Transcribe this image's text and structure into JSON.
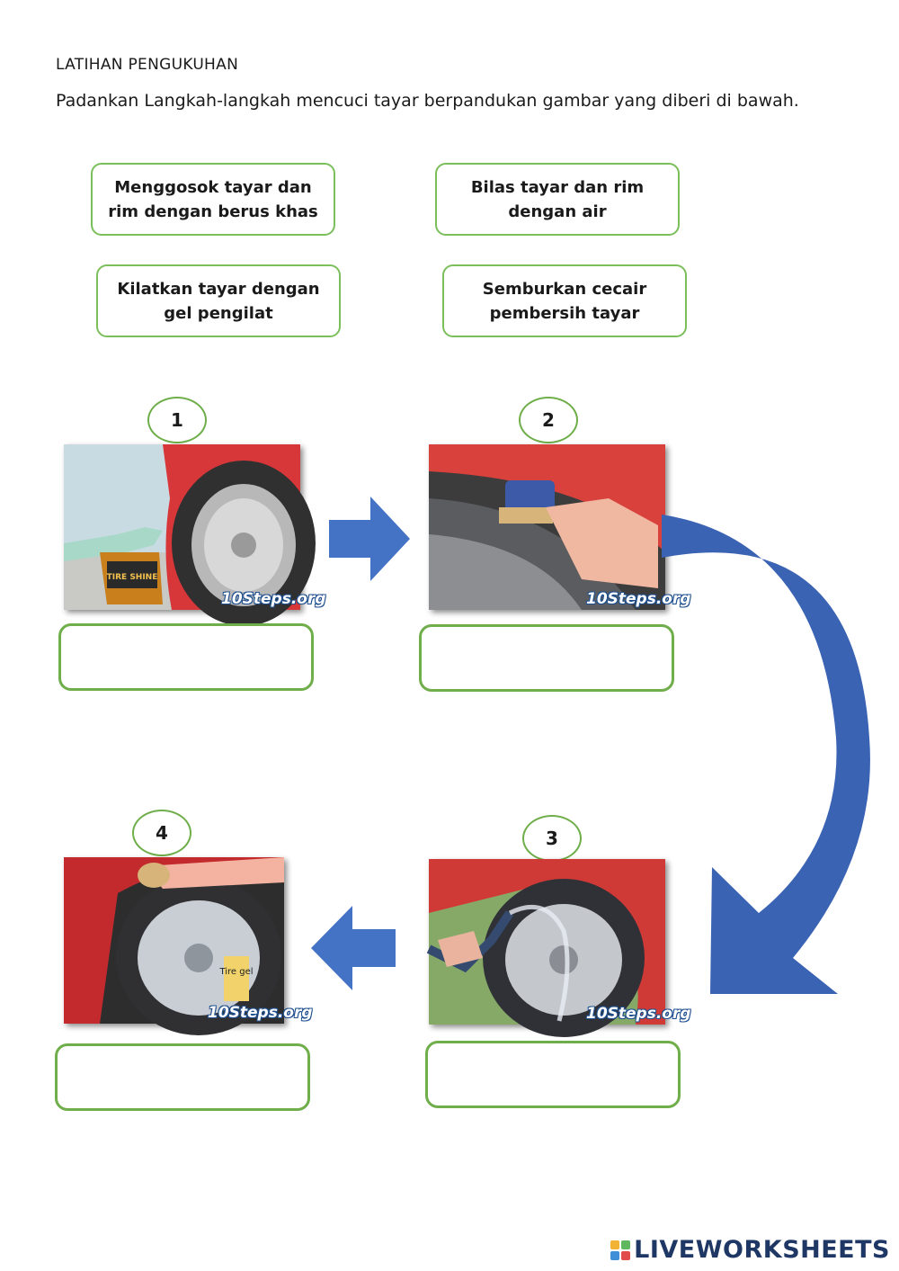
{
  "worksheet": {
    "heading": "LATIHAN PENGUKUHAN",
    "instruction": "Padankan Langkah-langkah mencuci tayar berpandukan gambar yang diberi di bawah."
  },
  "options": [
    {
      "line1": "Menggosok tayar dan",
      "line2": "rim dengan berus khas"
    },
    {
      "line1": "Bilas tayar dan rim",
      "line2": "dengan air"
    },
    {
      "line1": "Kilatkan tayar dengan",
      "line2": "gel pengilat"
    },
    {
      "line1": "Semburkan cecair",
      "line2": "pembersih tayar"
    }
  ],
  "steps": [
    {
      "number": "1",
      "watermark": "10Steps.org",
      "bottle_label": "TIRE SHINE",
      "image": "spray-cleaner-on-tire",
      "answer": ""
    },
    {
      "number": "2",
      "watermark": "10Steps.org",
      "image": "scrub-rim-with-brush",
      "answer": ""
    },
    {
      "number": "3",
      "watermark": "10Steps.org",
      "image": "rinse-tire-with-hose",
      "answer": ""
    },
    {
      "number": "4",
      "watermark": "10Steps.org",
      "bottle_label": "Tire gel",
      "image": "apply-tire-gel",
      "answer": ""
    }
  ],
  "footer": {
    "brand": "LIVEWORKSHEETS"
  },
  "colors": {
    "option_border": "#7bbf5c",
    "dropbox_border": "#6fae4a",
    "arrow_fill": "#4472c4",
    "brand_text": "#1e3764"
  }
}
